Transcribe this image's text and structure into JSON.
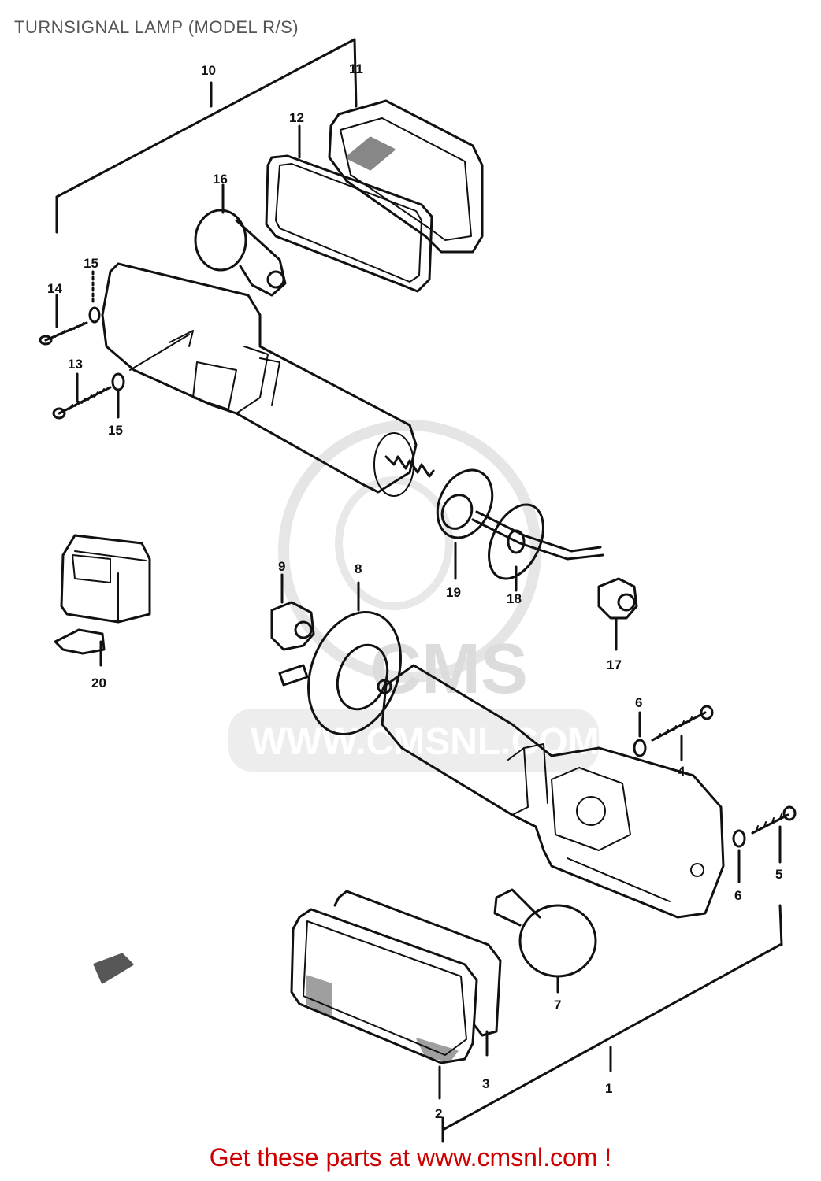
{
  "page": {
    "title": "TURNSIGNAL LAMP (MODEL R/S)",
    "footer_text": "Get these parts at www.cmsnl.com !"
  },
  "watermark": {
    "brand": "CMS",
    "url": "WWW.CMSNL.COM"
  },
  "callouts": {
    "c1": "1",
    "c2": "2",
    "c3": "3",
    "c4": "4",
    "c5": "5",
    "c6a": "6",
    "c6b": "6",
    "c7": "7",
    "c8": "8",
    "c9": "9",
    "c10": "10",
    "c11": "11",
    "c12": "12",
    "c13": "13",
    "c14": "14",
    "c15a": "15",
    "c15b": "15",
    "c16": "16",
    "c17": "17",
    "c18": "18",
    "c19": "19",
    "c20": "20"
  },
  "colors": {
    "line": "#111111",
    "title": "#555555",
    "footer": "#cc0000",
    "watermark": "#d9d9d9"
  }
}
